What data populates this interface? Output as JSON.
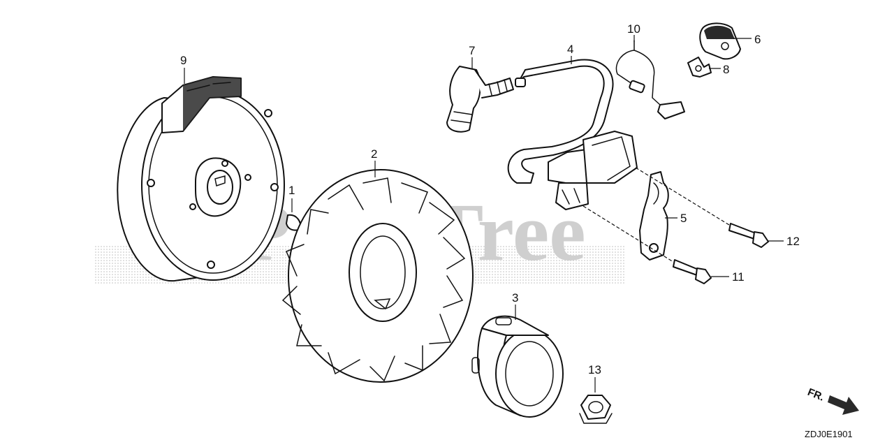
{
  "watermark": "PartsTree",
  "diagram_code": "ZDJ0E1901",
  "direction": {
    "label": "FR.",
    "icon": "front-arrow-icon"
  },
  "callouts": {
    "c1": "1",
    "c2": "2",
    "c3": "3",
    "c4": "4",
    "c5": "5",
    "c6": "6",
    "c7": "7",
    "c8": "8",
    "c9": "9",
    "c10": "10",
    "c11": "11",
    "c12": "12",
    "c13": "13"
  }
}
